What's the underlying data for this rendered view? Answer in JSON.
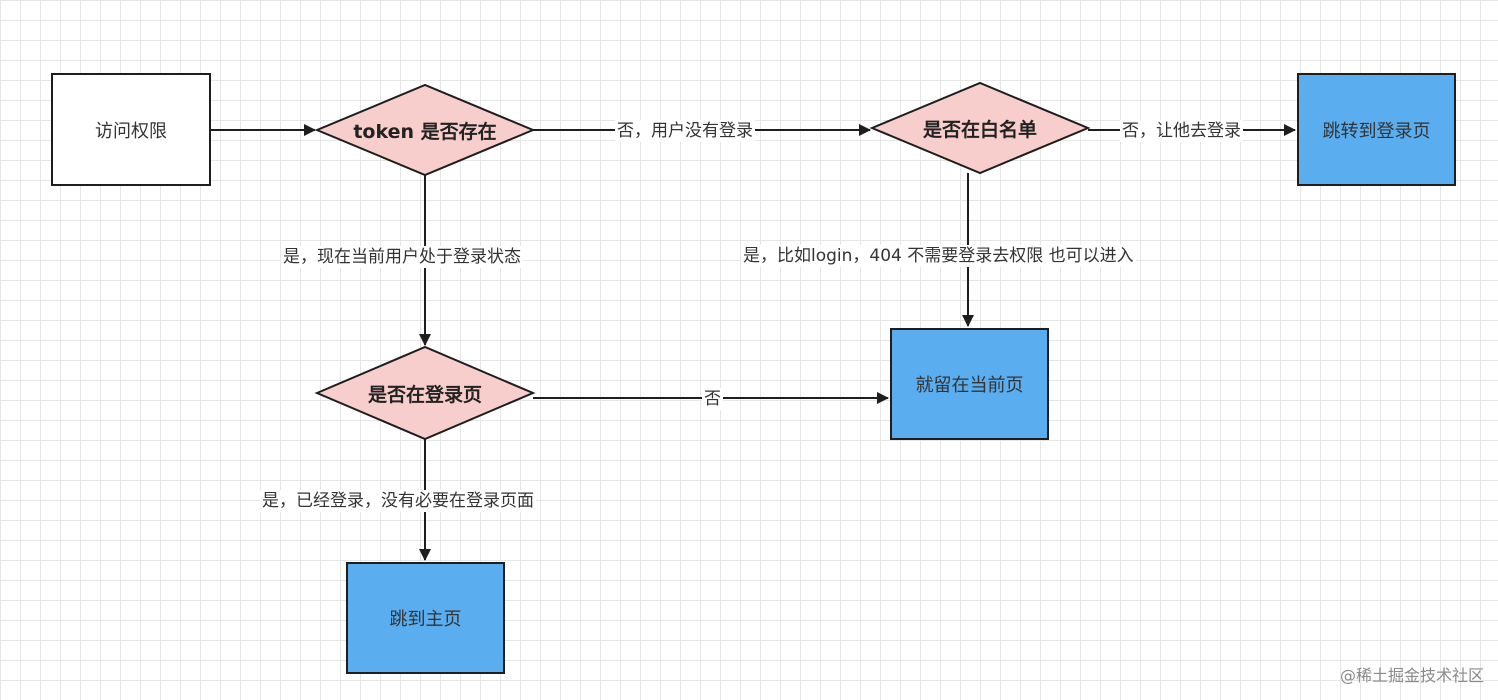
{
  "colors": {
    "start_fill": "#ffffff",
    "decision_fill": "#f8cecc",
    "action_fill": "#5aaef0",
    "stroke": "#1e1e1e"
  },
  "nodes": {
    "access": "访问权限",
    "token_exists": "token 是否存在",
    "in_whitelist": "是否在白名单",
    "goto_login": "跳转到登录页",
    "is_login_page": "是否在登录页",
    "stay_current": "就留在当前页",
    "goto_home": "跳到主页"
  },
  "edges": {
    "no_not_logged_in": "否，用户没有登录",
    "no_let_login": "否，让他去登录",
    "yes_logged_in_state": "是，现在当前用户处于登录状态",
    "yes_login_404": "是，比如login，404 不需要登录去权限 也可以进入",
    "no": "否",
    "yes_already_logged_in": "是，已经登录，没有必要在登录页面"
  },
  "watermark": "@稀土掘金技术社区"
}
